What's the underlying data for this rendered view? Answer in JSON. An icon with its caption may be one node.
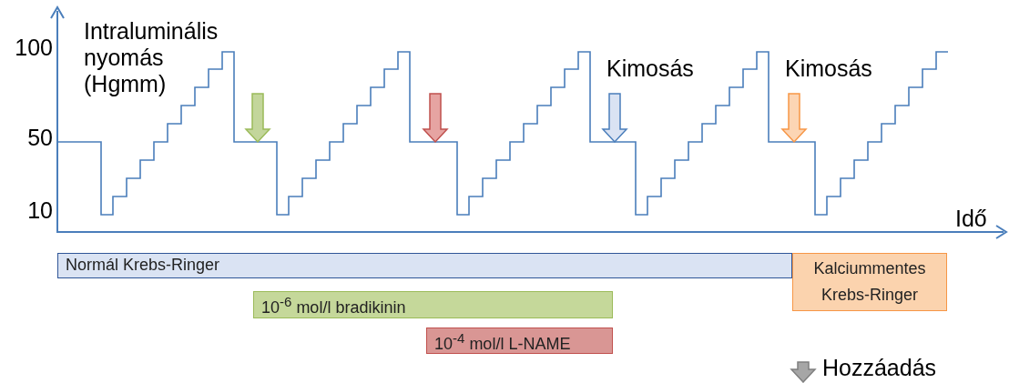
{
  "diagram": {
    "nodes": [
      {
        "text": [
          "Normál Krebs-Ringer"
        ]
      },
      {
        "text": [
          "Kalciummentes Krebs-Ringer"
        ]
      },
      {
        "text": [
          "10$^{-6}$ mol/l bradikinin"
        ]
      },
      {
        "text": [
          "10$^{-4}$ mol/l L-NAME"
        ]
      }
    ],
    "edges": [],
    "labels": [
      "Intraluminális nyomás (Hgmm)",
      "100",
      "50",
      "Kimosás",
      "Kimosás",
      "10",
      "Idő"
    ],
    "legend": [
      {
        "text": "Hozzáadás"
      }
    ]
  }
}
